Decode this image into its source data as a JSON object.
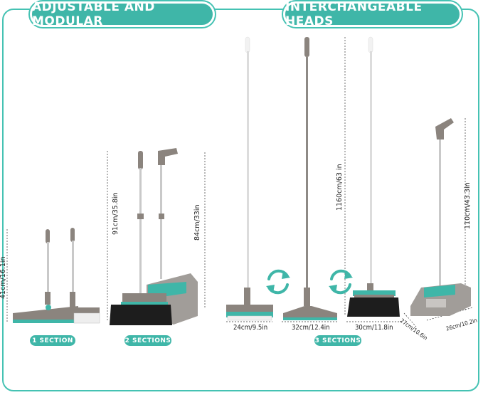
{
  "headers": {
    "left": "ADJUSTABLE AND MODULAR",
    "right": "INTERCHANGEABLE HEADS"
  },
  "sections": {
    "one": "1 SECTION",
    "two": "2 SECTIONS",
    "three": "3 SECTIONS"
  },
  "dimensions": {
    "h41": "41cm/16.1in",
    "h91": "91cm/35.8in",
    "h84": "84cm/33in",
    "h1160": "1160cm/63 in",
    "h110": "110cm/43.3in",
    "w24": "24cm/9.5in",
    "w32": "32cm/12.4in",
    "w30": "30cm/11.8in",
    "w27": "27cm/10.6in",
    "w26": "26cm/10.2in"
  },
  "colors": {
    "accent": "#3fb6a8",
    "gray": "#8e8a86",
    "dark": "#1d1d1d"
  }
}
